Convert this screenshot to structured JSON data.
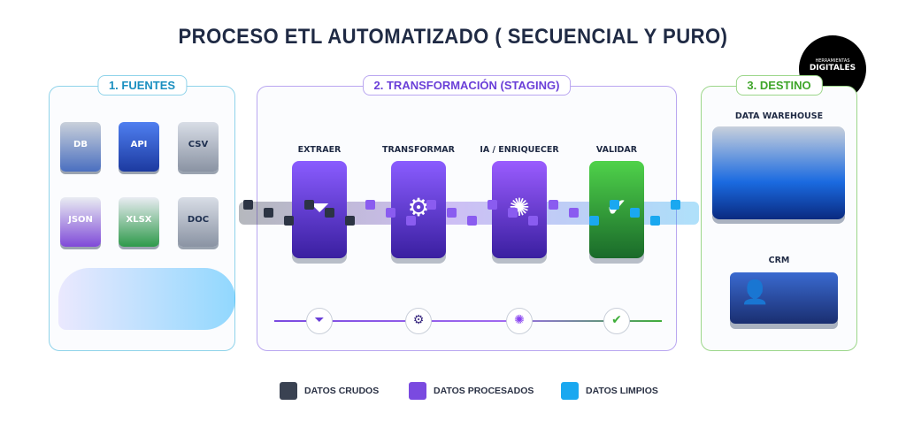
{
  "title": "PROCESO ETL AUTOMATIZADO ( SECUENCIAL Y PURO)",
  "logo": {
    "text_top": "HERRAMIENTAS",
    "text_main": "DIGITALES"
  },
  "sections": {
    "sources": {
      "label": "1. FUENTES",
      "items": [
        "DB",
        "API",
        "CSV",
        "JSON",
        "XLSX",
        "DOC"
      ]
    },
    "transform": {
      "label": "2. TRANSFORMACIÓN (STAGING)",
      "stages": [
        {
          "label": "EXTRAER",
          "icon": "funnel-icon",
          "color": "#6d3df0"
        },
        {
          "label": "TRANSFORMAR",
          "icon": "gears-icon",
          "color": "#7b3fe8"
        },
        {
          "label": "IA / ENRIQUECER",
          "icon": "brain-icon",
          "color": "#8b45f0"
        },
        {
          "label": "VALIDAR",
          "icon": "shield-check-icon",
          "color": "#3fae3a"
        }
      ]
    },
    "destination": {
      "label": "3. DESTINO",
      "items": [
        "DATA WAREHOUSE",
        "CRM"
      ]
    }
  },
  "legend": [
    {
      "label": "DATOS CRUDOS",
      "color": "#3a4252"
    },
    {
      "label": "DATOS PROCESADOS",
      "color": "#7a4ae0"
    },
    {
      "label": "DATOS LIMPIOS",
      "color": "#1aa8f0"
    }
  ]
}
